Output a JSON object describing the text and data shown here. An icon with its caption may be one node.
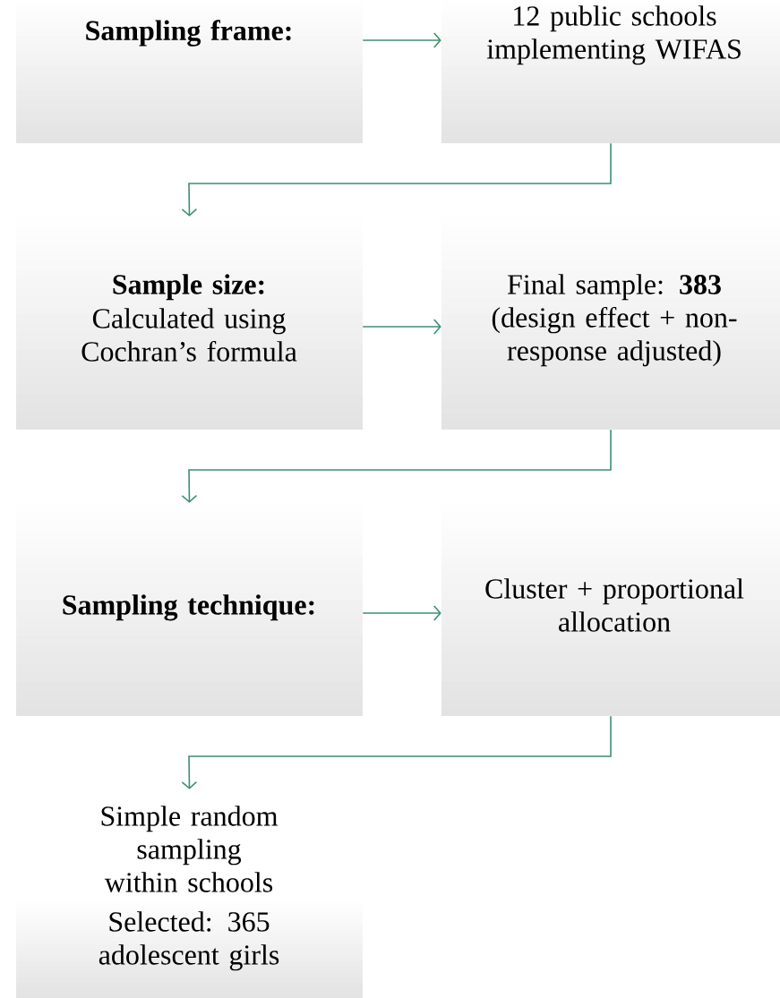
{
  "diagram": {
    "nodes": [
      {
        "text": [
          "Sampling frame:"
        ]
      },
      {
        "text": [
          "12 public schools implementing WIFAS"
        ]
      },
      {
        "text": [
          "Sample size:",
          "Calculated using Cochran’s formula"
        ]
      },
      {
        "text": [
          "Final sample: **383** (design effect + non-response adjusted)"
        ]
      },
      {
        "text": [
          "Sampling technique:"
        ]
      },
      {
        "text": [
          "Cluster + proportional allocation"
        ]
      },
      {
        "text": [
          "Simple random sampling within schools",
          "Selected: 365 adolescent girls"
        ]
      }
    ],
    "edges": [
      {
        "from": 0,
        "to": 1,
        "arrow": "to"
      },
      {
        "from": 1,
        "to": 2,
        "arrow": "to"
      },
      {
        "from": 2,
        "to": 3,
        "arrow": "to"
      },
      {
        "from": 3,
        "to": 4,
        "arrow": "to"
      },
      {
        "from": 4,
        "to": 5,
        "arrow": "to"
      },
      {
        "from": 5,
        "to": 6,
        "arrow": "to"
      }
    ]
  }
}
